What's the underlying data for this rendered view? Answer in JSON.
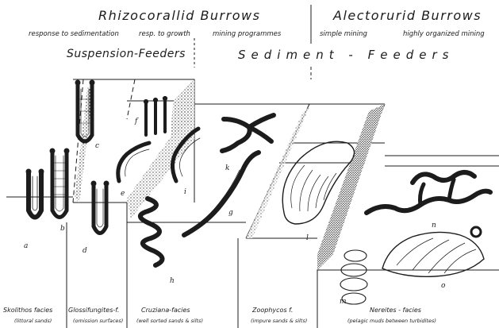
{
  "header": {
    "rhizocorallid": "Rhizocorallid Burrows",
    "alectorurid": "Alectorurid Burrows",
    "response_sedimentation": "response to sedimentation",
    "resp_growth": "resp. to growth",
    "mining_programmes": "mining programmes",
    "simple_mining": "simple mining",
    "highly_organized": "highly organized mining",
    "suspension_feeders": "Suspension-Feeders",
    "sediment_feeders": "Sediment - Feeders"
  },
  "letters": [
    "a",
    "b",
    "c",
    "d",
    "e",
    "f",
    "g",
    "h",
    "i",
    "k",
    "l",
    "m",
    "n",
    "o"
  ],
  "facies": [
    {
      "name": "Skolithos facies",
      "note": "(littoral sands)"
    },
    {
      "name": "Glossifungites-f.",
      "note": "(omission surfaces)"
    },
    {
      "name": "Cruziana-facies",
      "note": "(well sorted sands & silts)"
    },
    {
      "name": "Zoophycos f.",
      "note": "(impure sands & silts)"
    },
    {
      "name": "Nereites - facies",
      "note": "(pelagic muds between turbidites)"
    }
  ],
  "colors": {
    "ink": "#1c1c1c",
    "paper": "#ffffff"
  }
}
